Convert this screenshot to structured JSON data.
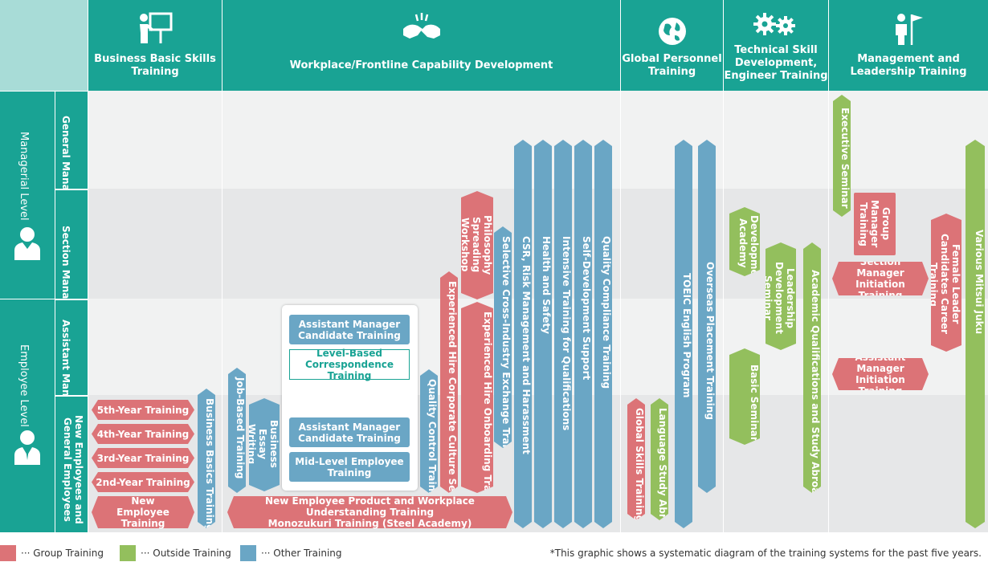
{
  "header": {
    "columns": [
      {
        "label": "Business Basic Skills Training",
        "icon": "presentation-icon"
      },
      {
        "label": "Workplace/Frontline Capability Development",
        "icon": "handshake-icon"
      },
      {
        "label": "Global Personnel Training",
        "icon": "globe-icon"
      },
      {
        "label": "Technical Skill Development, Engineer Training",
        "icon": "gears-icon"
      },
      {
        "label": "Management and Leadership Training",
        "icon": "flag-person-icon"
      }
    ]
  },
  "levels": {
    "managerial": "Managerial Level",
    "employee": "Employee Level",
    "general_managers": "General Managers",
    "section_managers": "Section Managers",
    "assistant_managers": "Assistant Managers",
    "new_employees": "New Employees and General Employees"
  },
  "trainings": {
    "fifth_year": "5th-Year Training",
    "fourth_year": "4th-Year Training",
    "third_year": "3rd-Year Training",
    "second_year": "2nd-Year Training",
    "new_employee": "New Employee Training",
    "business_basics": "Business Basics Training",
    "job_based": "Job-Based Training",
    "essay_writing": "Business Essay Writing",
    "am_candidate_1": "Assistant Manager Candidate Training",
    "level_based": "Level-Based Correspondence Training",
    "am_candidate_2": "Assistant Manager Candidate Training",
    "mid_level": "Mid-Level Employee Training",
    "product_workplace": "New Employee Product and Workplace Understanding Training",
    "monozukuri": "Monozukuri Training (Steel Academy)",
    "quality_control": "Quality Control Training",
    "exp_hire_culture": "Experienced Hire Corporate Culture Seminar",
    "philosophy": "Philosophy Spreading Workshop",
    "exp_hire_onboarding": "Experienced Hire Onboarding Training",
    "cross_industry": "Selective Cross-Industry Exchange Training",
    "csr": "CSR, Risk Management and Harassment",
    "health_safety": "Health and Safety",
    "intensive_qual": "Intensive Training for Qualifications",
    "self_dev": "Self-Development Support",
    "quality_compliance": "Quality Compliance Training",
    "global_skills": "Global Skills Training",
    "language_study": "Language Study Abroad",
    "toeic": "TOEIC English Program",
    "overseas": "Overseas Placement Training",
    "dev_academy": "Development Academy",
    "basic_seminar": "Basic Seminar",
    "leadership_seminar": "Leadership Development Seminar",
    "academic_qual": "Academic Qualifications and Study Abroad",
    "executive": "Executive Seminar",
    "group_manager": "Group Manager Training",
    "section_mgr_init": "Section Manager Initiation Training",
    "assistant_mgr_init": "Assistant Manager Initiation Training",
    "female_leader": "Female Leader Candidates Career Training",
    "mitsui_juku": "Various Mitsui Juku"
  },
  "legend": {
    "group": "··· Group Training",
    "outside": "··· Outside Training",
    "other": "··· Other Training",
    "note": "*This graphic shows a systematic diagram of the training systems for the past five years."
  },
  "colors": {
    "header": "#19a394",
    "group": "#dc7377",
    "outside": "#93bf5d",
    "other": "#6aa6c5"
  }
}
